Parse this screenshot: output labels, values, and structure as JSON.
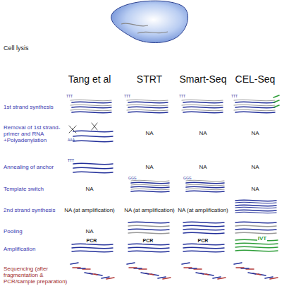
{
  "diagram": {
    "labels": [
      "Cell lysis",
      "Tang et al",
      "STRT",
      "Smart-Seq",
      "CEL-Seq",
      "1st strand synthesis",
      "Removal of 1st strand-primer and RNA +Polyadenylation",
      "Annealing of anchor",
      "Template switch",
      "2nd strand synthesis",
      "Pooling",
      "Amplification",
      "Sequencing (after fragmentation & PCR/sample preparation)",
      "NA",
      "NA",
      "NA",
      "NA",
      "NA",
      "NA",
      "NA",
      "NA",
      "NA (at amplification)",
      "NA (at amplification)",
      "NA (at amplification)",
      "NA",
      "PCR",
      "PCR",
      "PCR",
      "IVT",
      "TTT",
      "TTT",
      "TTT",
      "TTT",
      "AAA",
      "TTT",
      "GGG",
      "GGG"
    ]
  }
}
